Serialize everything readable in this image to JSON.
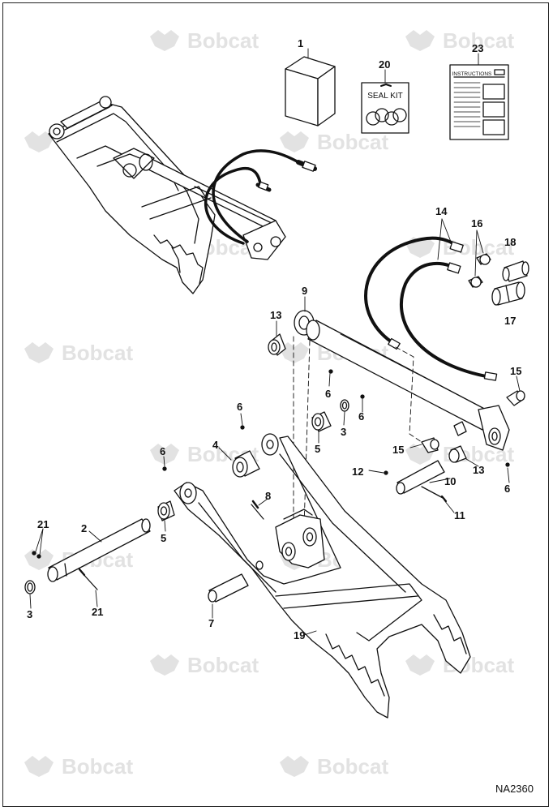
{
  "drawing_code": "NA2360",
  "watermark": {
    "text": "Bobcat",
    "color": "#e2e2e2"
  },
  "kit_labels": {
    "seal_kit": "SEAL KIT",
    "instructions": "INSTRUCTIONS"
  },
  "callouts": [
    {
      "id": "c1",
      "text": "1"
    },
    {
      "id": "c20",
      "text": "20"
    },
    {
      "id": "c23",
      "text": "23"
    },
    {
      "id": "c14",
      "text": "14"
    },
    {
      "id": "c16",
      "text": "16"
    },
    {
      "id": "c18",
      "text": "18"
    },
    {
      "id": "c17",
      "text": "17"
    },
    {
      "id": "c9",
      "text": "9"
    },
    {
      "id": "c13a",
      "text": "13"
    },
    {
      "id": "c6a",
      "text": "6"
    },
    {
      "id": "c15a",
      "text": "15"
    },
    {
      "id": "c6b",
      "text": "6"
    },
    {
      "id": "c3a",
      "text": "3"
    },
    {
      "id": "c6c",
      "text": "6"
    },
    {
      "id": "c5a",
      "text": "5"
    },
    {
      "id": "c4",
      "text": "4"
    },
    {
      "id": "c6d",
      "text": "6"
    },
    {
      "id": "c15b",
      "text": "15"
    },
    {
      "id": "c13b",
      "text": "13"
    },
    {
      "id": "c12",
      "text": "12"
    },
    {
      "id": "c10",
      "text": "10"
    },
    {
      "id": "c6e",
      "text": "6"
    },
    {
      "id": "c8",
      "text": "8"
    },
    {
      "id": "c11",
      "text": "11"
    },
    {
      "id": "c5b",
      "text": "5"
    },
    {
      "id": "c2",
      "text": "2"
    },
    {
      "id": "c21a",
      "text": "21"
    },
    {
      "id": "c3b",
      "text": "3"
    },
    {
      "id": "c21b",
      "text": "21"
    },
    {
      "id": "c7",
      "text": "7"
    },
    {
      "id": "c19",
      "text": "19"
    }
  ]
}
